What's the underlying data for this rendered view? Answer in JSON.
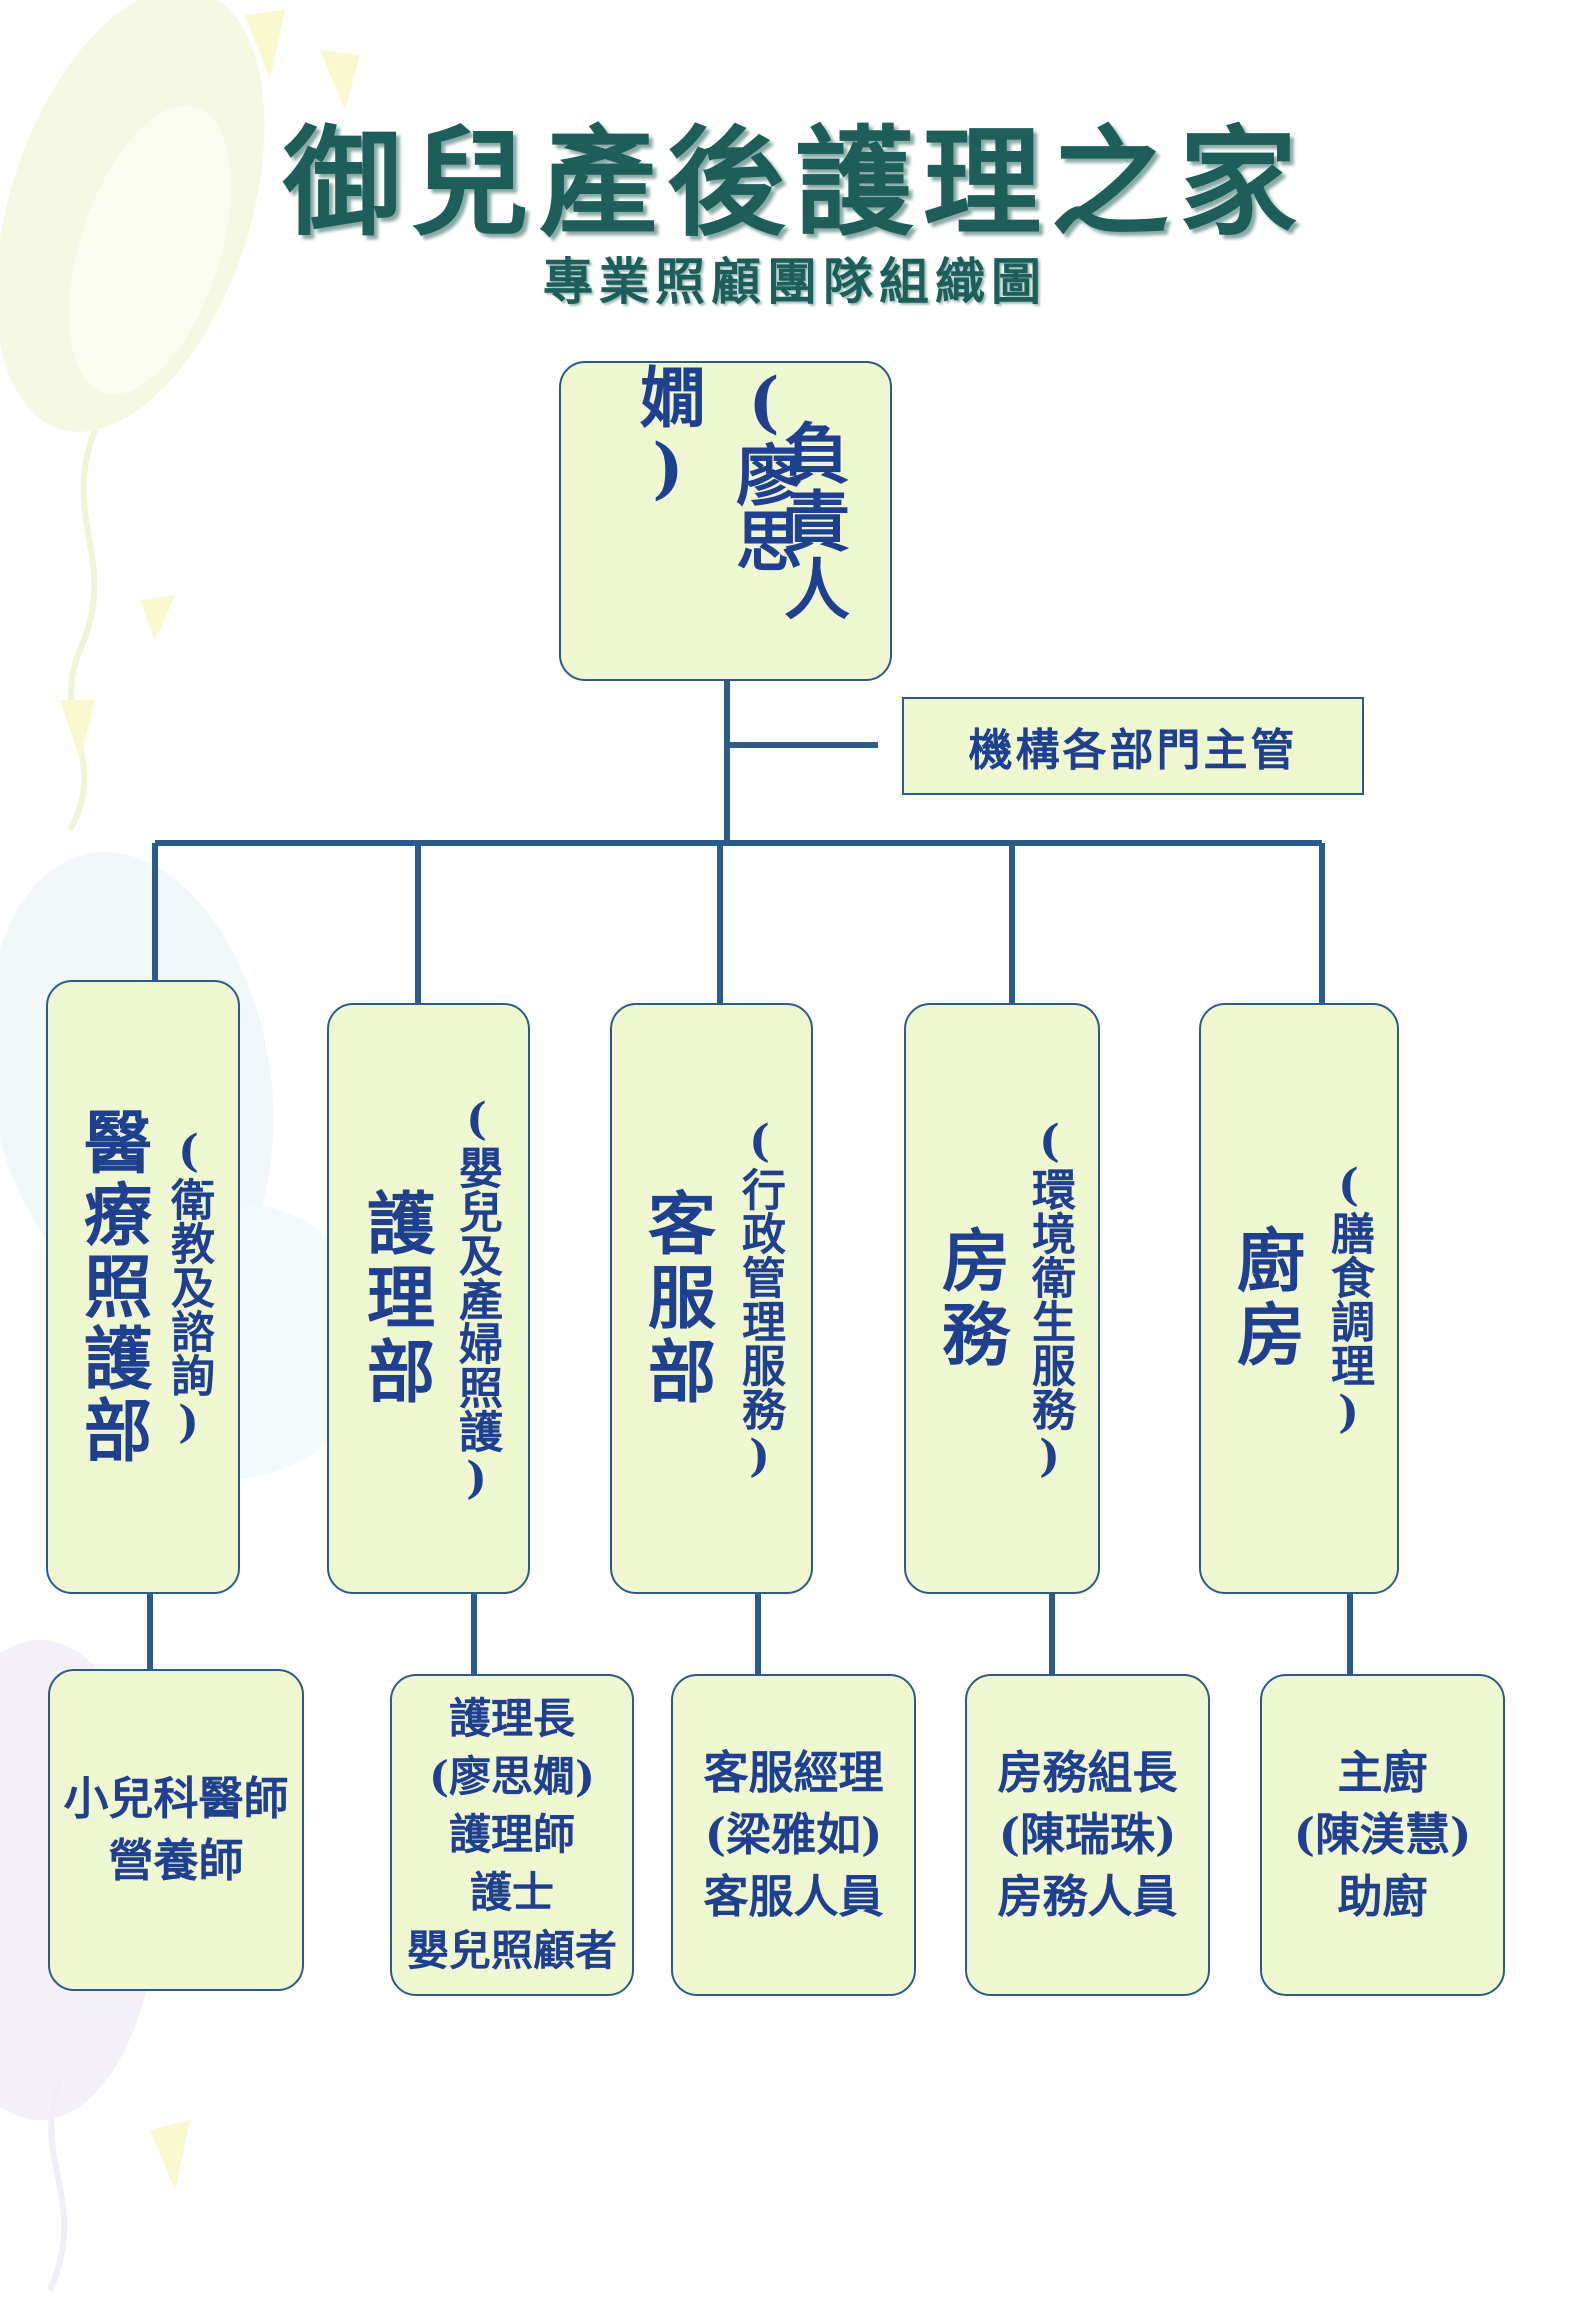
{
  "title": "御兒產後護理之家",
  "subtitle": "專業照顧團隊組織圖",
  "root": {
    "role": "負責人",
    "name": "(廖思嫺)"
  },
  "advisor": "機構各部門主管",
  "departments": [
    {
      "name": "醫療照護部",
      "desc": "(衛教及諮詢)"
    },
    {
      "name": "護理部",
      "desc": "(嬰兒及產婦照護)"
    },
    {
      "name": "客服部",
      "desc": "(行政管理服務)"
    },
    {
      "name": "房務",
      "desc": "(環境衛生服務)"
    },
    {
      "name": "廚房",
      "desc": "(膳食調理)"
    }
  ],
  "staff": [
    [
      "小兒科醫師",
      "營養師"
    ],
    [
      "護理長",
      "(廖思嫺)",
      "護理師",
      "護士",
      "嬰兒照顧者"
    ],
    [
      "客服經理",
      "(梁雅如)",
      "客服人員"
    ],
    [
      "房務組長",
      "(陳瑞珠)",
      "房務人員"
    ],
    [
      "主廚",
      "(陳渼慧)",
      "助廚"
    ]
  ],
  "colors": {
    "title": "#1d5e5a",
    "box_fill": "#eef7d0",
    "box_border": "#2b5b8a",
    "text": "#1f3f8f",
    "connector": "#2b5b8a"
  }
}
